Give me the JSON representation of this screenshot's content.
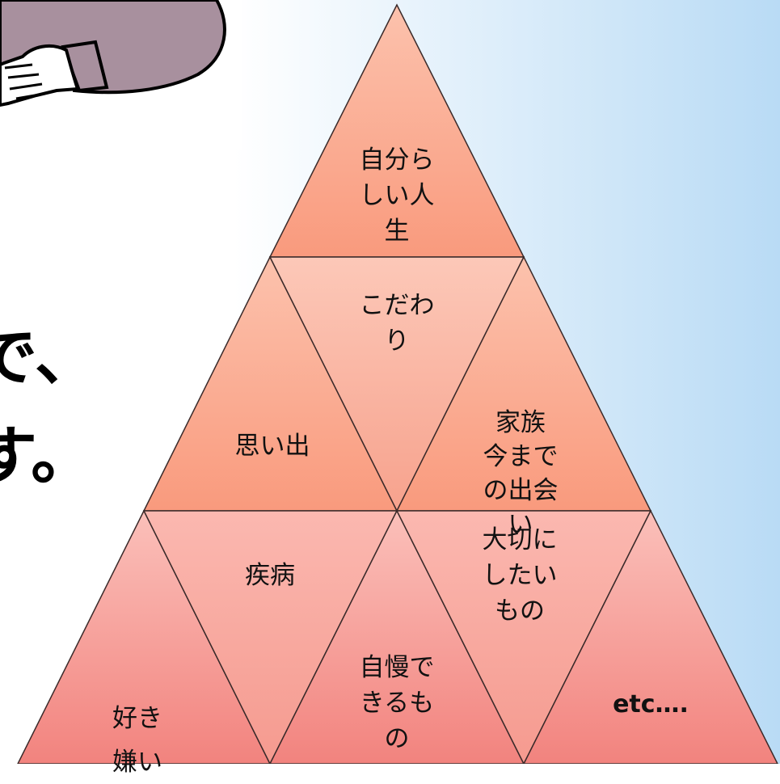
{
  "background": {
    "gradient_left": "#ffffff",
    "gradient_right": "#b9dbf5"
  },
  "slide_text": {
    "line1": "で、",
    "line2": "す。"
  },
  "illustration": {
    "name": "person-illustration",
    "sleeve_color": "#a8909e",
    "skin_color": "#ffffff"
  },
  "pyramid": {
    "title": "",
    "colors": {
      "top": "#f99a7d",
      "upper": "#fab6a3",
      "lower": "#f8a39a",
      "bottom": "#f2837e",
      "outline": "#3a2a2a"
    },
    "tiers": [
      {
        "cells": [
          {
            "label": "自分らしい人生"
          }
        ]
      },
      {
        "cells": [
          {
            "label": "思い出"
          },
          {
            "label": "こだわり"
          },
          {
            "label": "家族\n今までの出会い"
          }
        ]
      },
      {
        "cells": [
          {
            "label": "好き\n嫌い"
          },
          {
            "label": "疾病"
          },
          {
            "label": "自慢できるもの"
          },
          {
            "label": "大切にしたいもの"
          },
          {
            "label": "etc…."
          }
        ]
      }
    ]
  }
}
